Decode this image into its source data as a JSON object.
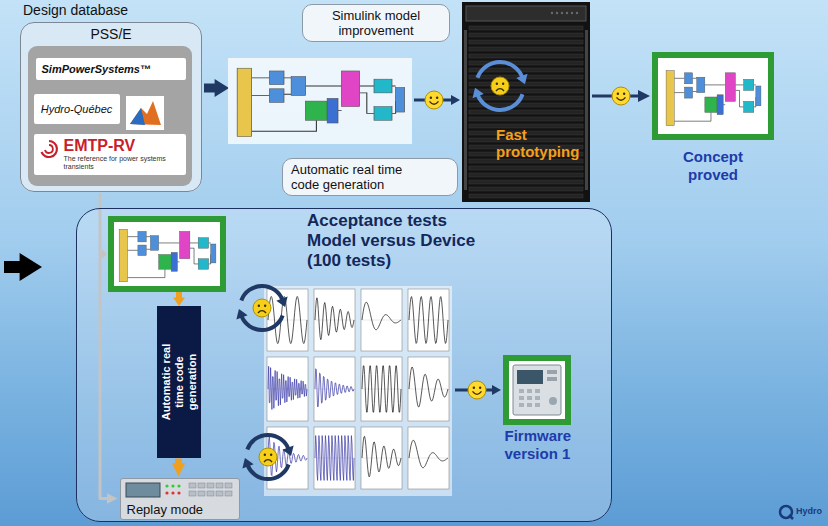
{
  "diagram": {
    "nodes": [
      {
        "text": [
          "Design database",
          "PSS/E"
        ]
      },
      {
        "text": [
          "SimPowerSystems™"
        ],
        "in": 0
      },
      {
        "text": [
          "Hydro-Québec"
        ],
        "in": 0
      },
      {
        "text": [
          "EMTP-RV",
          "The reference for power systems transients"
        ],
        "in": 0
      },
      {
        "text": [
          "Simulink model improvement"
        ]
      },
      {
        "text": [
          "Automatic real time code generation"
        ]
      },
      {
        "text": [
          "Fast prototyping"
        ]
      },
      {
        "text": [
          "Concept proved"
        ]
      },
      {
        "text": [
          "Acceptance tests Model versus Device (100 tests)"
        ]
      },
      {
        "text": [
          "Automatic real time code generation"
        ],
        "in": 8
      },
      {
        "text": [
          "Replay mode"
        ],
        "in": 8
      },
      {
        "text": [
          "Firmware version 1"
        ],
        "in": 8
      }
    ],
    "edges": [
      {
        "from": 6,
        "to": 7,
        "arrow": "to"
      },
      {
        "from": 0,
        "to": 10,
        "arrow": "to"
      },
      {
        "from": 9,
        "to": 10,
        "arrow": "to"
      }
    ],
    "labels": [
      "Hydro"
    ]
  }
}
